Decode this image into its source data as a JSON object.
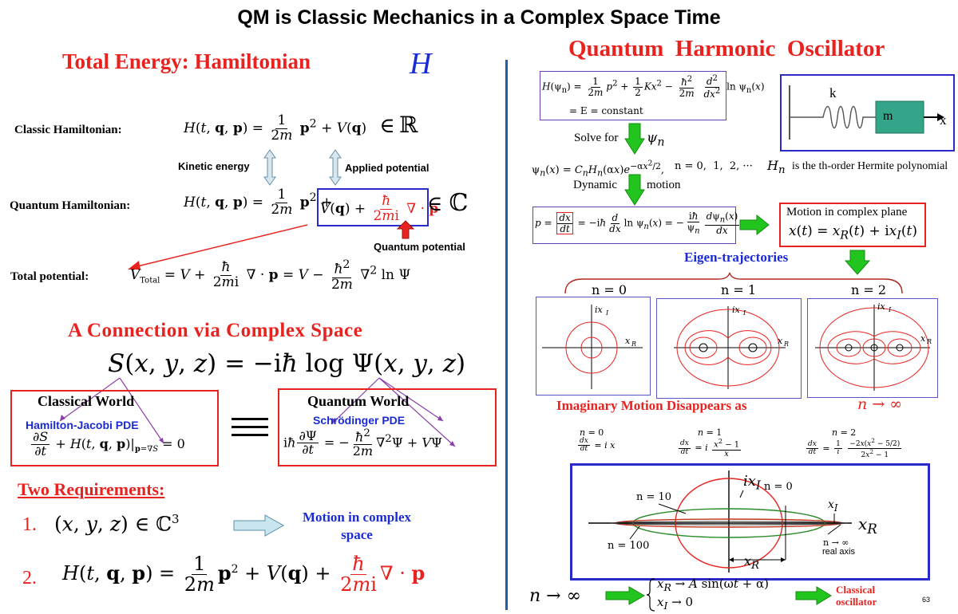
{
  "title": "QM is Classic Mechanics in a Complex Space Time",
  "left": {
    "energy_heading": "Total Energy:  Hamiltonian",
    "energy_symbol": "H",
    "classic_label": "Classic Hamiltonian:",
    "quantum_label": "Quantum Hamiltonian:",
    "kinetic_label": "Kinetic energy",
    "applied_label": "Applied potential",
    "quantum_potential_label": "Quantum potential",
    "total_potential_label": "Total potential:",
    "connection_heading": "A Connection via Complex Space",
    "classical_world": "Classical World",
    "quantum_world": "Quantum World",
    "hj_pde": "Hamilton-Jacobi PDE",
    "schrodinger_pde": "Schrödinger PDE",
    "two_requirements": "Two Requirements:",
    "req1_num": "1.",
    "req2_num": "2.",
    "motion_label": "Motion in complex space"
  },
  "right": {
    "qho_heading": "Quantum  Harmonic  Oscillator",
    "spring_k": "k",
    "mass_m": "m",
    "axis_x": "x",
    "solve_for": "Solve for",
    "dynamic": "Dynamic",
    "motion": "motion",
    "hermite_note": "is the th-order Hermite polynomial",
    "n_values": "n = 0,  1,  2, ···",
    "energy_const": "= E = constant",
    "motion_plane_label": "Motion in complex plane",
    "eigen_label": "Eigen-trajectories",
    "n0": "n = 0",
    "n1": "n = 1",
    "n2": "n = 2",
    "imag_disappears": "Imaginary Motion Disappears as",
    "n10": "n = 10",
    "n100": "n = 100",
    "n0_big": "n = 0",
    "n_inf_real": "n → ∞",
    "real_axis": "real axis",
    "classical_osc": "Classical oscillator",
    "page_num": "63"
  },
  "colors": {
    "red": "#e8231f",
    "blue": "#1a2bd6",
    "green": "#22c51e",
    "divider": "#1f5fa8"
  }
}
